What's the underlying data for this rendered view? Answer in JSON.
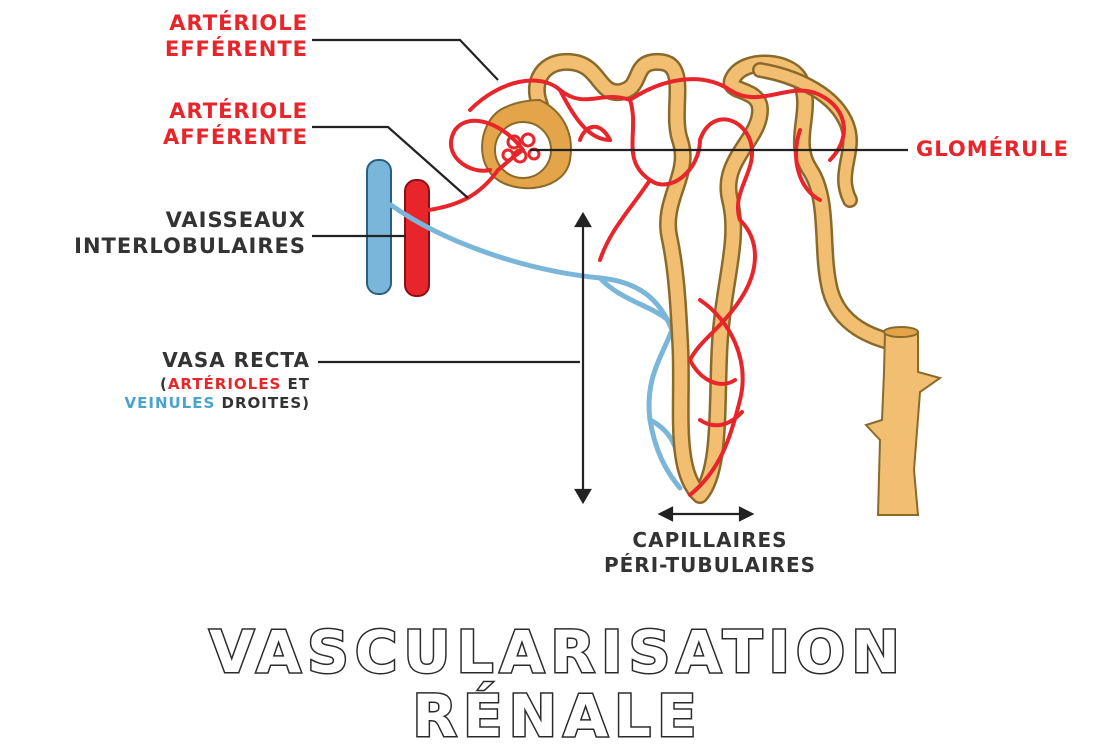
{
  "labels": {
    "efferent_line1": "ARTÉRIOLE",
    "efferent_line2": "EFFÉRENTE",
    "afferent_line1": "ARTÉRIOLE",
    "afferent_line2": "AFFÉRENTE",
    "vessels_line1": "VAISSEAUX",
    "vessels_line2": "INTERLOBULAIRES",
    "vasa_line1": "VASA RECTA",
    "vasa_open": "(",
    "vasa_arterioles": "ARTÉRIOLES",
    "vasa_et": " ET",
    "vasa_veinules": "VEINULES",
    "vasa_droites": " DROITES)",
    "glomerule": "GLOMÉRULE",
    "capillaires_line1": "CAPILLAIRES",
    "capillaires_line2": "PÉRI-TUBULAIRES"
  },
  "title": {
    "line1": "VASCULARISATION",
    "line2": "RÉNALE"
  },
  "colors": {
    "artery_red": "#e8252a",
    "vein_blue": "#7ab6d9",
    "tubule_tan": "#f2bf72",
    "capsule_orange": "#e3a44a",
    "label_dark": "#333333",
    "label_red": "#e8252a",
    "label_blue": "#4aa3cf"
  }
}
